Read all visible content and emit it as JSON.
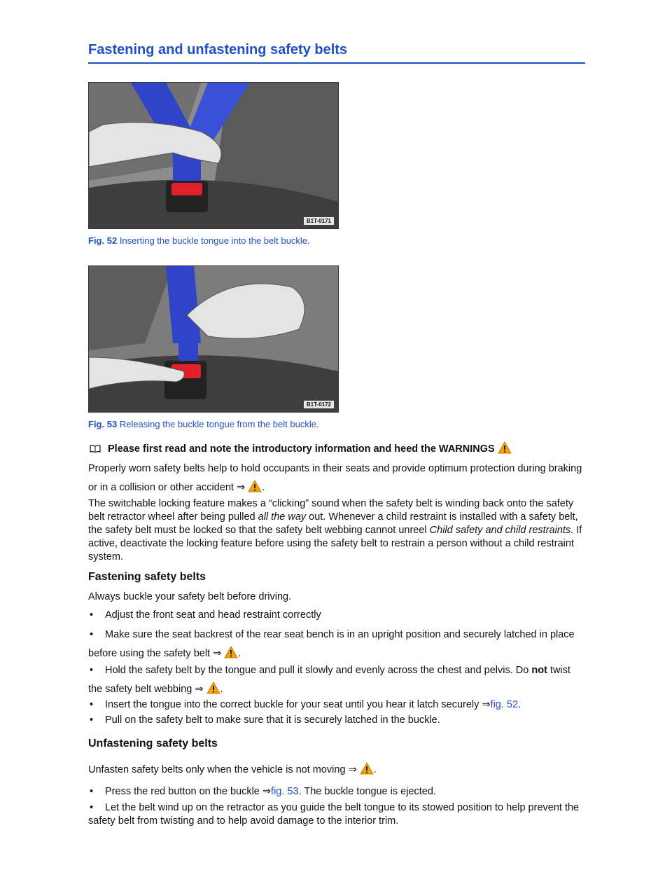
{
  "title": "Fastening and unfastening safety belts",
  "figures": [
    {
      "code": "B1T-0171",
      "label": "Fig. 52",
      "caption": "Inserting the buckle tongue into the belt buckle."
    },
    {
      "code": "B1T-0172",
      "label": "Fig. 53",
      "caption": "Releasing the buckle tongue from the belt buckle."
    }
  ],
  "intro_note": "Please first read and note the introductory information and heed the WARNINGS",
  "paragraphs": {
    "p1_a": "Properly worn safety belts help to hold occupants in their seats and provide optimum protection during braking or in a collision or other accident ⇒",
    "p2_a": "The switchable locking feature makes a “clicking” sound when the safety belt is winding back onto the safety belt retractor wheel after being pulled ",
    "p2_em": "all the way",
    "p2_b": " out. Whenever a child restraint is installed with a safety belt, the safety belt must be locked so that the safety belt webbing cannot unreel ",
    "p2_em2": "Child safety and child restraints",
    "p2_c": ". If active, deactivate the locking feature before using the safety belt to restrain a person without a child restraint system."
  },
  "fastening": {
    "heading": "Fastening safety belts",
    "intro": "Always buckle your safety belt before driving.",
    "b1": "Adjust the front seat and head restraint correctly",
    "b2": "Make sure the seat backrest of the rear seat bench is in an upright position and securely latched in place before using the safety belt ⇒",
    "b3_a": "Hold the safety belt by the tongue and pull it slowly and evenly across the chest and pelvis. Do ",
    "b3_bold": "not",
    "b3_b": " twist the safety belt webbing ⇒",
    "b4_a": "Insert the tongue into the correct buckle for your seat until you hear it latch securely ⇒",
    "b4_link": "fig. 52",
    "b5": "Pull on the safety belt to make sure that it is securely latched in the buckle."
  },
  "unfastening": {
    "heading": "Unfastening safety belts",
    "intro": "Unfasten safety belts only when the vehicle is not moving ⇒",
    "b1_a": "Press the red button on the buckle ⇒",
    "b1_link": "fig. 53",
    "b1_b": ". The buckle tongue is ejected.",
    "b2": "Let the belt wind up on the retractor as you guide the belt tongue to its stowed position to help prevent the safety belt from twisting and to help avoid damage to the interior trim."
  },
  "colors": {
    "accent": "#1f4fc4",
    "belt": "#2f44c8",
    "buckle_red": "#e0202a",
    "warning": "#f2a20a"
  },
  "icons": {
    "note": "book-icon",
    "warning": "warning-triangle-icon"
  }
}
